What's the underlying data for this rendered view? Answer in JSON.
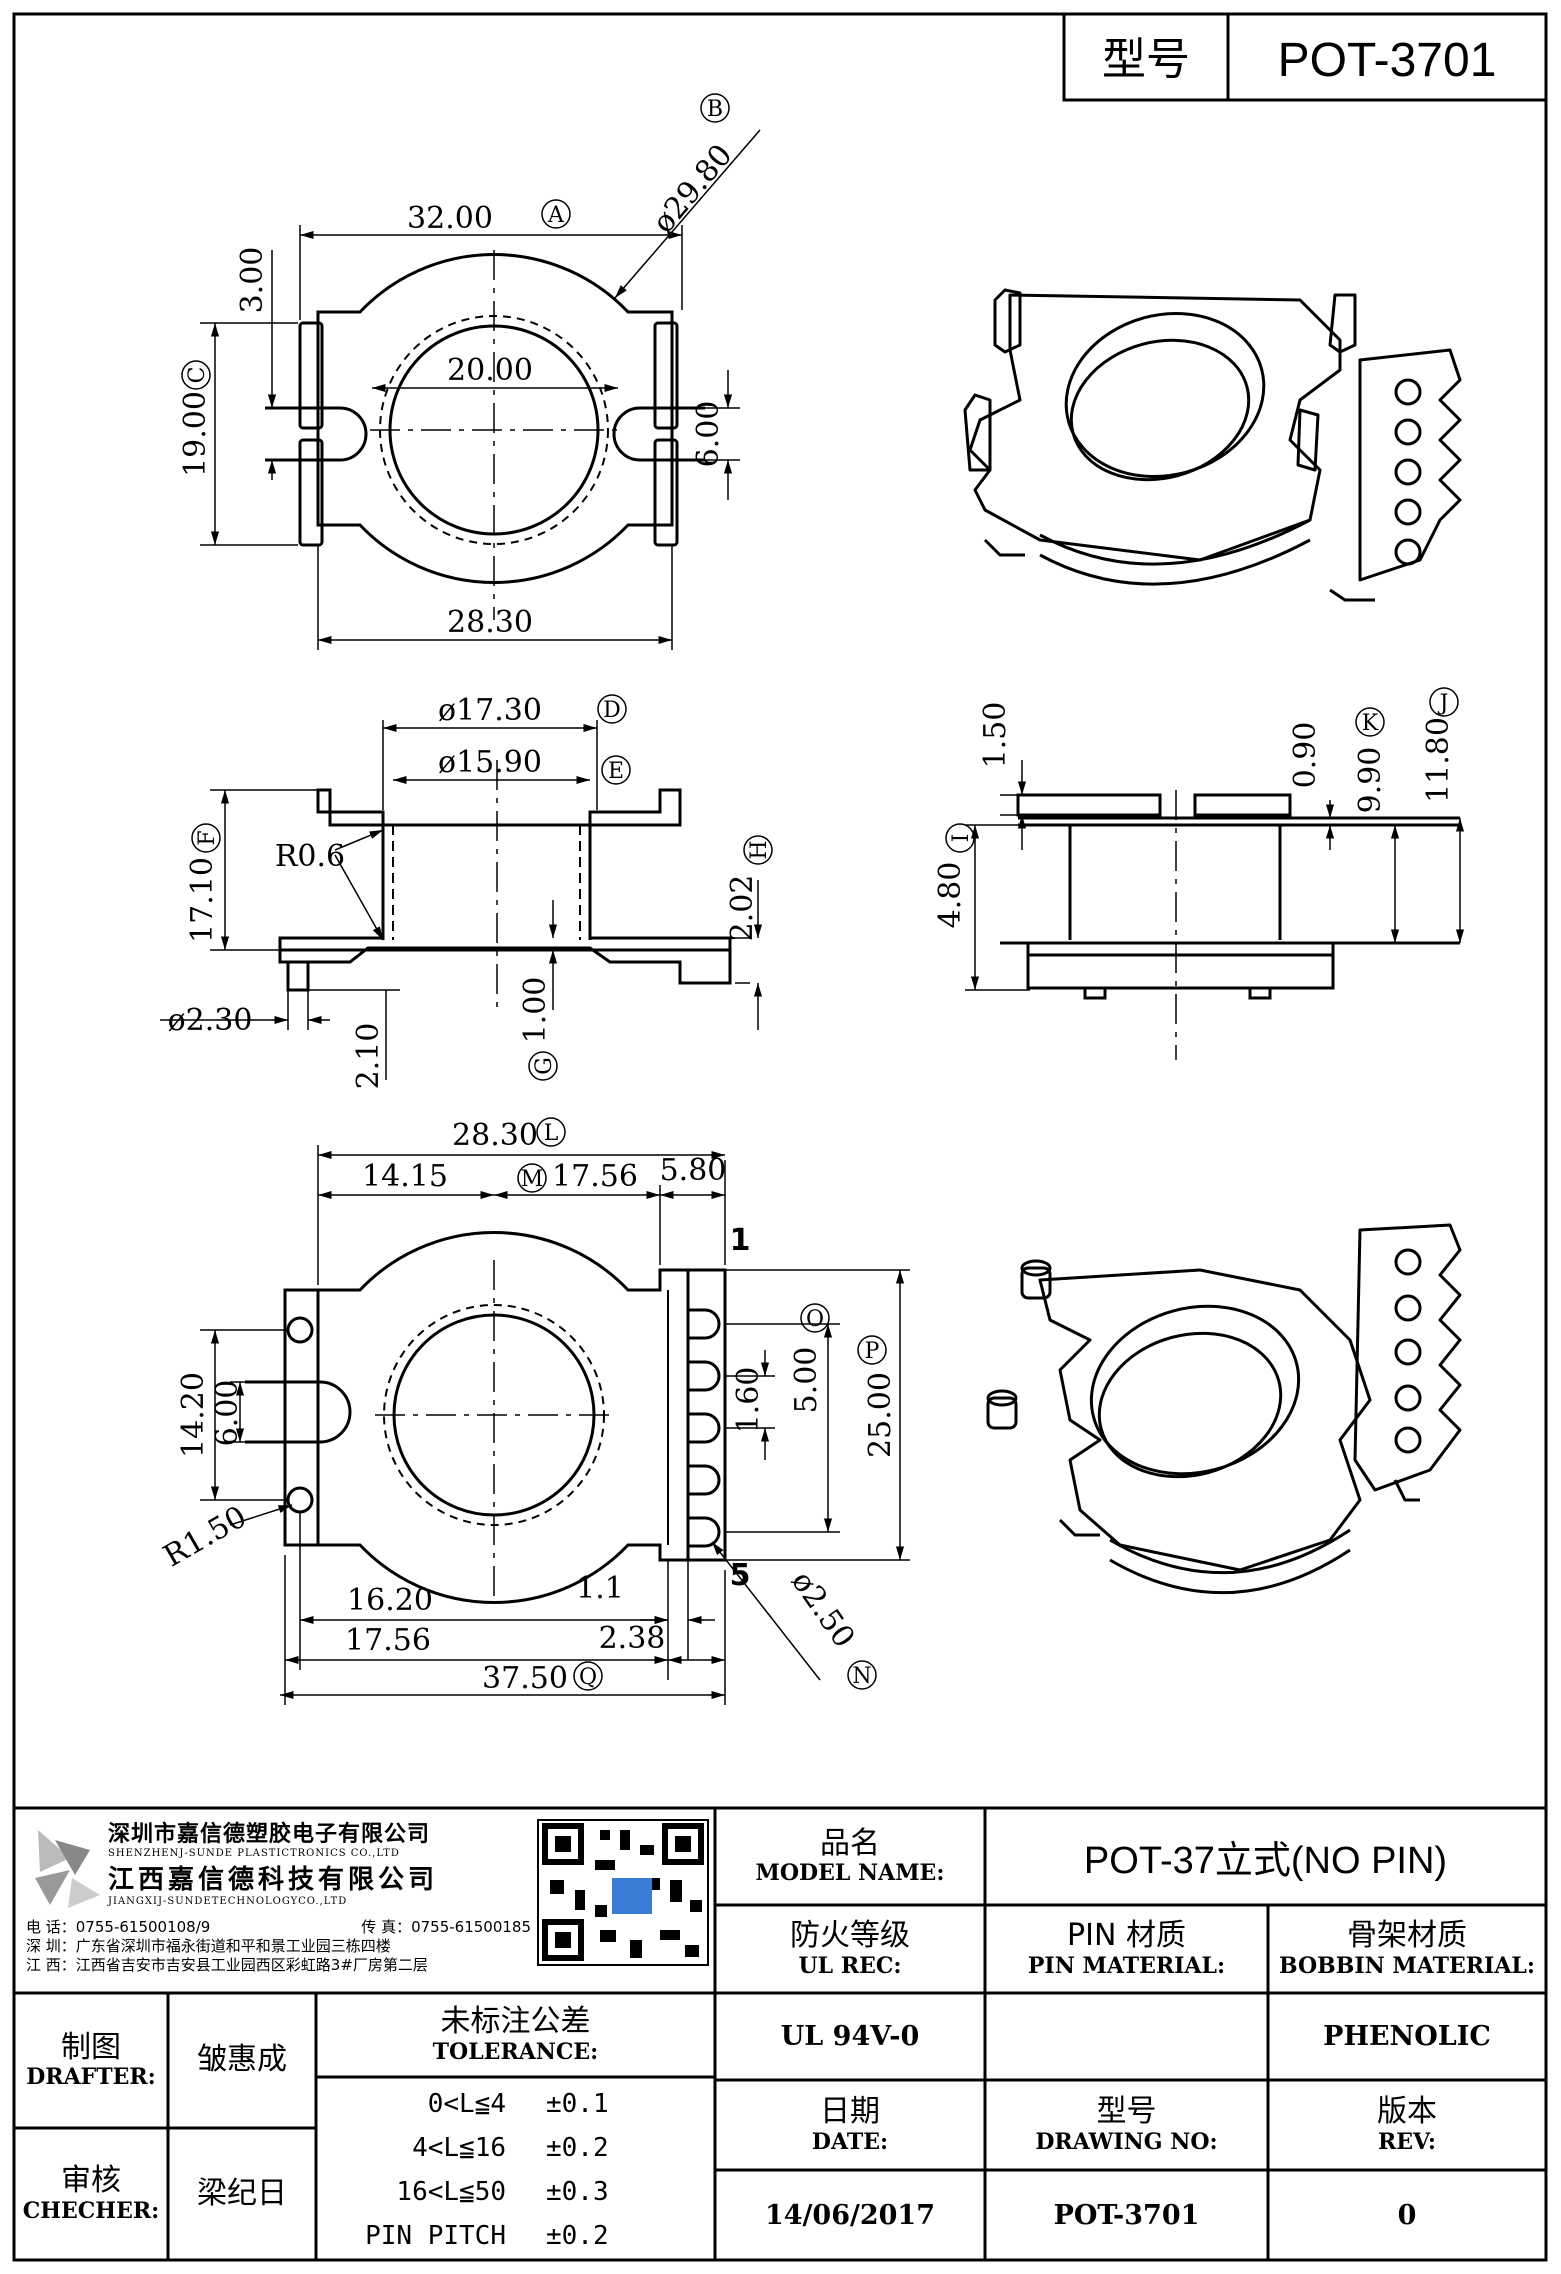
{
  "header": {
    "label": "型号",
    "value": "POT-3701"
  },
  "top_view": {
    "overall_width": "32.00",
    "overall_width_ref": "A",
    "outer_diameter": "ø29.80",
    "outer_diameter_ref": "B",
    "flange_height": "19.00",
    "flange_height_ref": "C",
    "tab_offset": "3.00",
    "inner_diameter": "20.00",
    "slot_width": "6.00",
    "body_width": "28.30"
  },
  "side_view": {
    "dia1": "ø17.30",
    "dia1_ref": "D",
    "dia2": "ø15.90",
    "dia2_ref": "E",
    "height": "17.10",
    "height_ref": "F",
    "radius": "R0.6",
    "base_h": "2.02",
    "base_h_ref": "H",
    "pin_dia": "ø2.30",
    "pin_h": "2.10",
    "flange_t": "1.00",
    "flange_t_ref": "G"
  },
  "front_view": {
    "d1": "1.50",
    "d2": "0.90",
    "d2_ref": "K",
    "d3": "9.90",
    "d4": "11.80",
    "d4_ref": "J",
    "d5": "4.80",
    "d5_ref": "I"
  },
  "bottom_view": {
    "width": "28.30",
    "width_ref": "L",
    "half": "14.15",
    "right": "17.56",
    "right_ref": "M",
    "pin_block": "5.80",
    "pin1": "1",
    "pin5": "5",
    "slot": "6.00",
    "total_h": "14.20",
    "radius": "R1.50",
    "pitch": "1.60",
    "row": "5.00",
    "row_ref": "O",
    "depth": "25.00",
    "depth_ref": "P",
    "l1": "16.20",
    "l2": "17.56",
    "l3": "1.1",
    "l4": "2.38",
    "total": "37.50",
    "total_ref": "Q",
    "hole": "ø2.50",
    "hole_ref": "N"
  },
  "company": {
    "name_cn": "深圳市嘉信德塑胶电子有限公司",
    "name_en": "SHENZHENJ-SUNDE PLASTICTRONICS CO.,LTD",
    "name2_cn": "江西嘉信德科技有限公司",
    "name2_en": "JIANGXIJ-SUNDETECHNOLOGYCO.,LTD",
    "phone": "电 话：0755-61500108/9",
    "fax": "传 真：0755-61500185",
    "addr1": "深 圳：广东省深圳市福永街道和平和景工业园三栋四楼",
    "addr2": "江 西：江西省吉安市吉安县工业园西区彩虹路3#厂房第二层"
  },
  "title_block": {
    "model_name_cn": "品名",
    "model_name_en": "MODEL NAME:",
    "model_name_value": "POT-37立式(NO PIN)",
    "ul_cn": "防火等级",
    "ul_en": "UL REC:",
    "pin_cn": "PIN 材质",
    "pin_en": "PIN MATERIAL:",
    "bobbin_cn": "骨架材质",
    "bobbin_en": "BOBBIN MATERIAL:",
    "drafter_cn": "制图",
    "drafter_en": "DRAFTER:",
    "drafter_value": "皱惠成",
    "checker_cn": "审核",
    "checker_en": "CHECHER:",
    "checker_value": "梁纪日",
    "tolerance_cn": "未标注公差",
    "tolerance_en": "TOLERANCE:",
    "ul_value": "UL 94V-0",
    "pin_value": "",
    "bobbin_value": "PHENOLIC",
    "date_cn": "日期",
    "date_en": "DATE:",
    "drawing_cn": "型号",
    "drawing_en": "DRAWING NO:",
    "rev_cn": "版本",
    "rev_en": "REV:",
    "date_value": "14/06/2017",
    "drawing_value": "POT-3701",
    "rev_value": "0",
    "tolerances": [
      {
        "range": "0<L≦4",
        "tol": "±0.1"
      },
      {
        "range": "4<L≦16",
        "tol": "±0.2"
      },
      {
        "range": "16<L≦50",
        "tol": "±0.3"
      },
      {
        "range": "PIN PITCH",
        "tol": "±0.2"
      }
    ]
  }
}
